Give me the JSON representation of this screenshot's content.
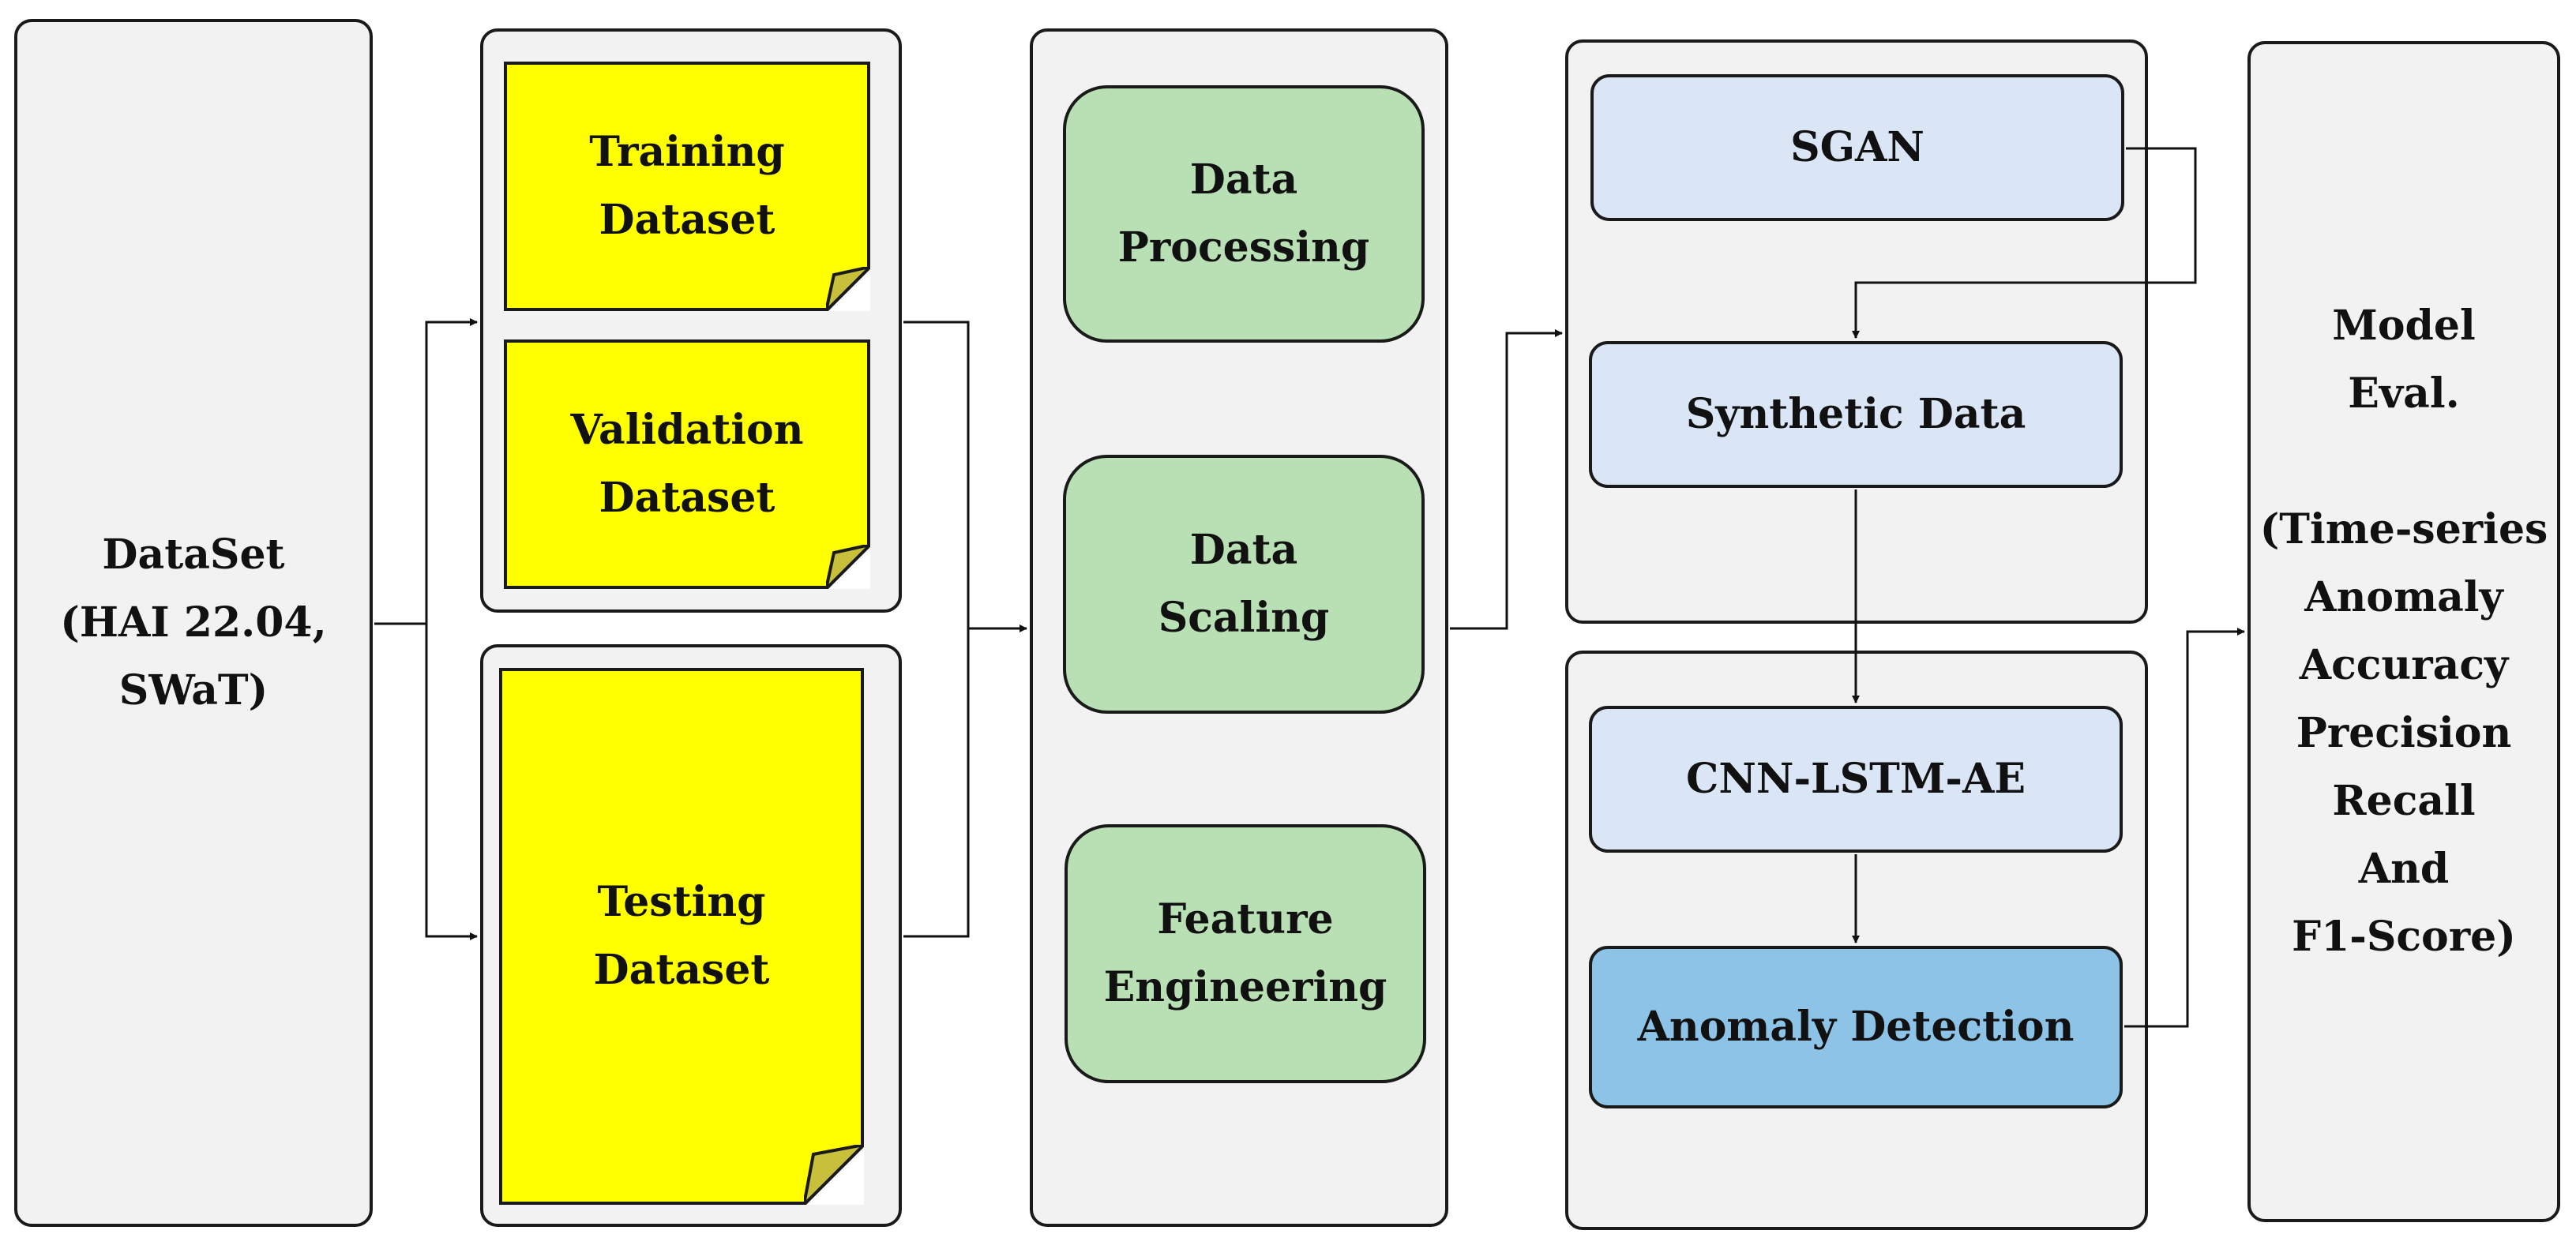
{
  "dataset": {
    "lines": [
      "DataSet",
      "(HAI 22.04,",
      "SWaT)"
    ]
  },
  "splits": {
    "training": [
      "Training",
      "Dataset"
    ],
    "validation": [
      "Validation",
      "Dataset"
    ],
    "testing": [
      "Testing",
      "Dataset"
    ]
  },
  "preprocessing": {
    "processing": [
      "Data",
      "Processing"
    ],
    "scaling": [
      "Data",
      "Scaling"
    ],
    "feature": [
      "Feature",
      "Engineering"
    ]
  },
  "generation": {
    "sgan": "SGAN",
    "synthetic": "Synthetic Data"
  },
  "detection": {
    "model": "CNN-LSTM-AE",
    "anomaly": "Anomaly Detection"
  },
  "evaluation": {
    "lines": [
      "Model",
      "Eval.",
      "",
      "(Time-series",
      "Anomaly",
      "Accuracy",
      "Precision",
      "Recall",
      "And",
      "F1-Score)"
    ]
  },
  "colors": {
    "panel": "#f2f2f2",
    "note": "#ffff00",
    "green": "#b9e0b4",
    "blue_light": "#dae6f5",
    "blue_dark": "#8ec3e8"
  }
}
